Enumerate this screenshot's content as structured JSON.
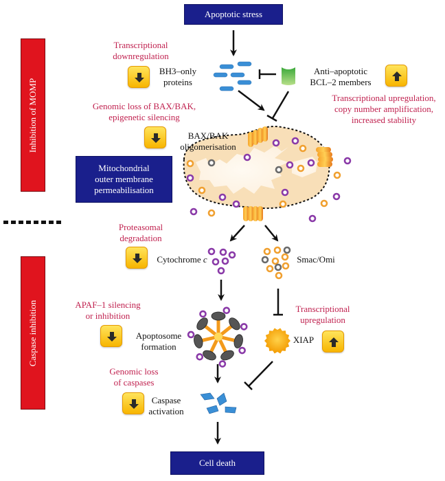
{
  "diagram": {
    "nodes": {
      "apoptotic_stress": "Apoptotic stress",
      "momp": [
        "Mitochondrial",
        "outer membrane",
        "permeabilisation"
      ],
      "cell_death": "Cell death"
    },
    "side_bars": {
      "momp_inhibition": "Inhibition of MOMP",
      "caspase_inhibition": "Caspase inhibition"
    },
    "labels": {
      "bh3": [
        "BH3–only",
        "proteins"
      ],
      "anti_apoptotic": [
        "Anti–apoptotic",
        "BCL–2 members"
      ],
      "bax_bak": [
        "BAX/BAK",
        "oligomerisation"
      ],
      "cytochrome": "Cytochrome",
      "cytochrome_italic": "c",
      "smac": "Smac/Omi",
      "apoptosome": [
        "Apoptosome",
        "formation"
      ],
      "xiap": "XIAP",
      "caspase": [
        "Caspase",
        "activation"
      ]
    },
    "mechanisms": {
      "transcriptional_down": [
        "Transcriptional",
        "downregulation"
      ],
      "bcl2_up": [
        "Transcriptional upregulation,",
        "copy number amplification,",
        "increased stability"
      ],
      "genomic_bax": [
        "Genomic loss of BAX/BAK,",
        "epigenetic silencing"
      ],
      "proteasomal": [
        "Proteasomal",
        "degradation"
      ],
      "apaf": [
        "APAF–1 silencing",
        "or inhibition"
      ],
      "xiap_up": [
        "Transcriptional",
        "upregulation"
      ],
      "genomic_caspases": [
        "Genomic loss",
        "of caspases"
      ]
    },
    "indicators": {
      "bh3": "down",
      "bcl2": "up",
      "bax_bak": "down",
      "cytochrome": "down",
      "apoptosome": "down",
      "xiap": "up",
      "caspase": "down"
    },
    "colors": {
      "node_blue": "#1a1f8c",
      "bar_red": "#e0141e",
      "mechanism_text": "#c0214f",
      "indicator_yellow": "#f7c600",
      "protein_blue": "#3a8fd6",
      "channel_orange": "#f08a1c",
      "cyto_purple": "#8a3aa8",
      "mito_fill": "#f8dfb8"
    }
  }
}
